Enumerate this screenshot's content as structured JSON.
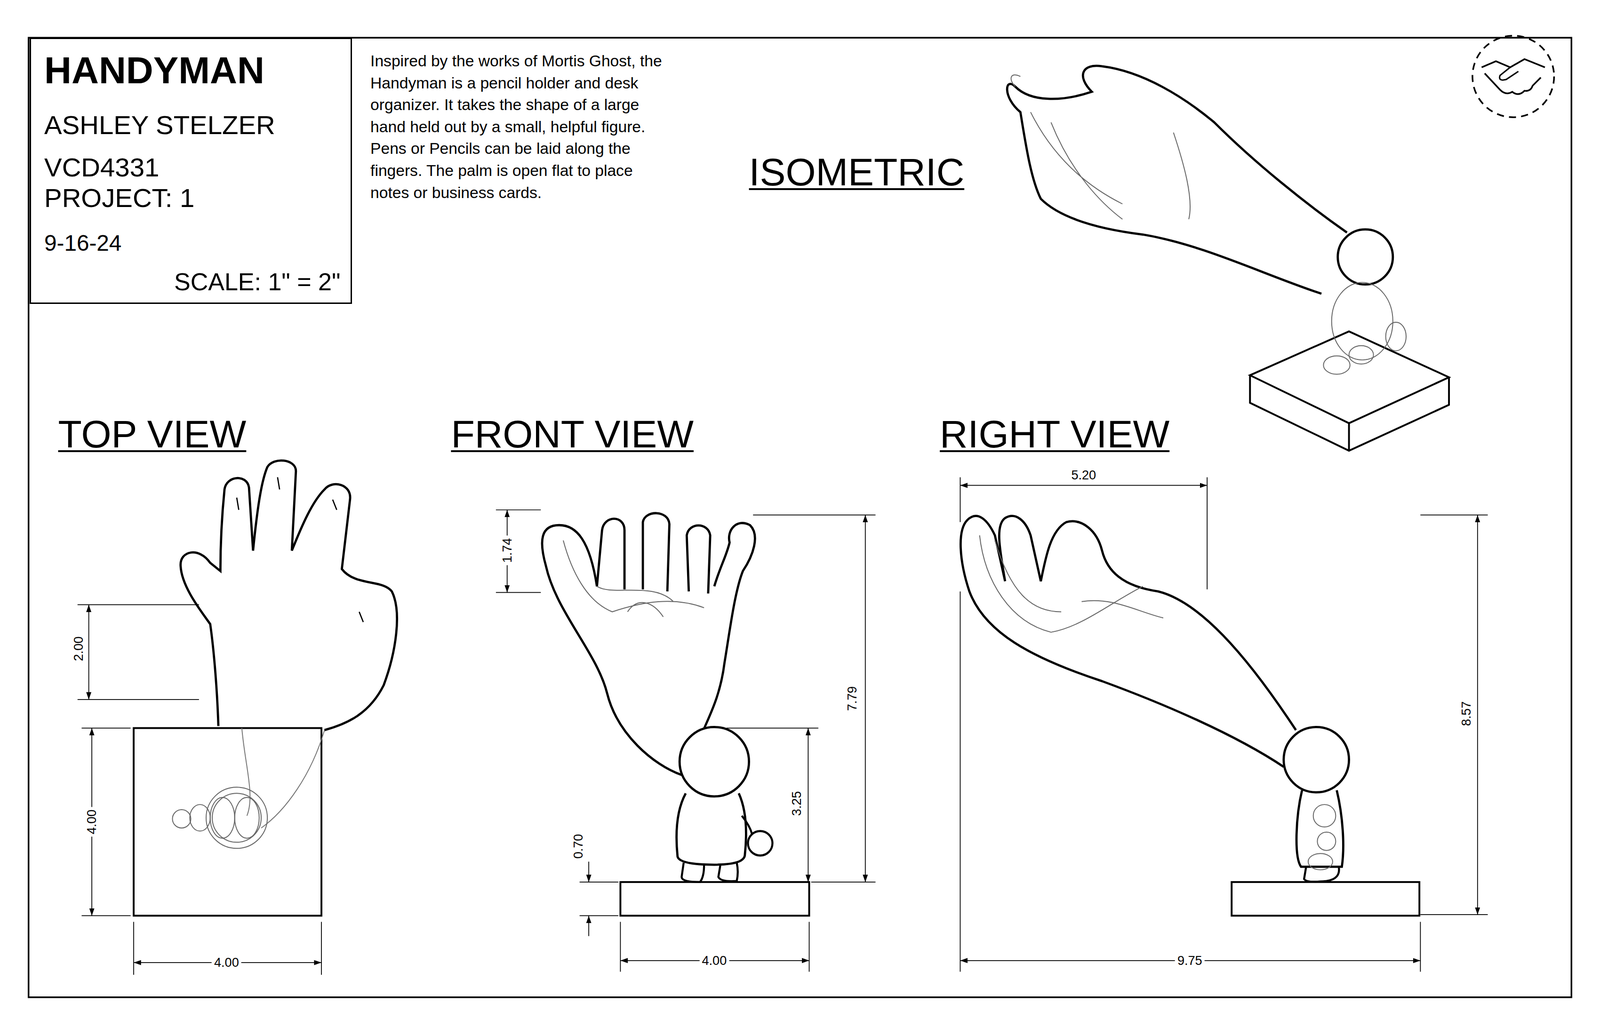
{
  "diagram": {
    "title": "HANDYMAN",
    "nodes": [
      {
        "text": [
          "ASHLEY STELZER",
          "VCD4331 PROJECT: 1",
          "9-16-24",
          "SCALE: 1\" = 2\""
        ]
      }
    ],
    "labels": [
      "Inspired by the works of Mortis Ghost, the Handyman is a pencil holder and desk organizer. It takes the shape of a large hand held out by a small, helpful figure. Pens or Pencils can be laid along the fingers. The palm is open flat to place notes or business cards.",
      "ISOMETRIC",
      "TOP VIEW",
      "FRONT VIEW",
      "RIGHT VIEW",
      "5.20",
      "1.74",
      "2.00",
      "7.79",
      "8.57",
      "3.25",
      "4.00",
      "0.70",
      "4.00",
      "4.00",
      "9.75"
    ]
  }
}
